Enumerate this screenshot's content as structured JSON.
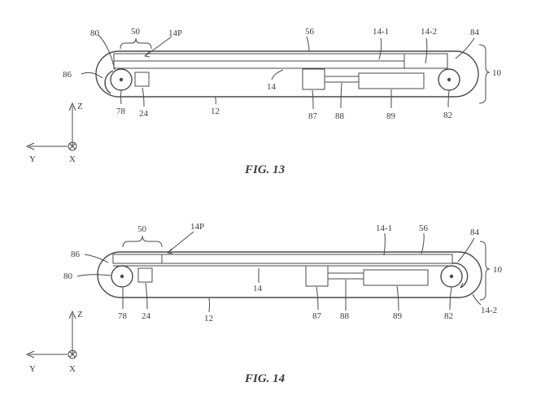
{
  "figures": [
    {
      "caption": "FIG. 13",
      "labels": {
        "l50": "50",
        "l14p": "14P",
        "l56": "56",
        "l14_1": "14-1",
        "l14_2": "14-2",
        "l84": "84",
        "l80": "80",
        "l86": "86",
        "l10": "10",
        "l14": "14",
        "l78": "78",
        "l24": "24",
        "l12": "12",
        "l87": "87",
        "l88": "88",
        "l89": "89",
        "l82": "82"
      },
      "axes": {
        "z": "Z",
        "y": "Y",
        "x": "X"
      }
    },
    {
      "caption": "FIG. 14",
      "labels": {
        "l50": "50",
        "l14p": "14P",
        "l14_1": "14-1",
        "l56": "56",
        "l84": "84",
        "l86": "86",
        "l80": "80",
        "l10": "10",
        "l14": "14",
        "l78": "78",
        "l24": "24",
        "l12": "12",
        "l87": "87",
        "l88": "88",
        "l89": "89",
        "l82": "82",
        "l14_2": "14-2"
      },
      "axes": {
        "z": "Z",
        "y": "Y",
        "x": "X"
      }
    }
  ]
}
